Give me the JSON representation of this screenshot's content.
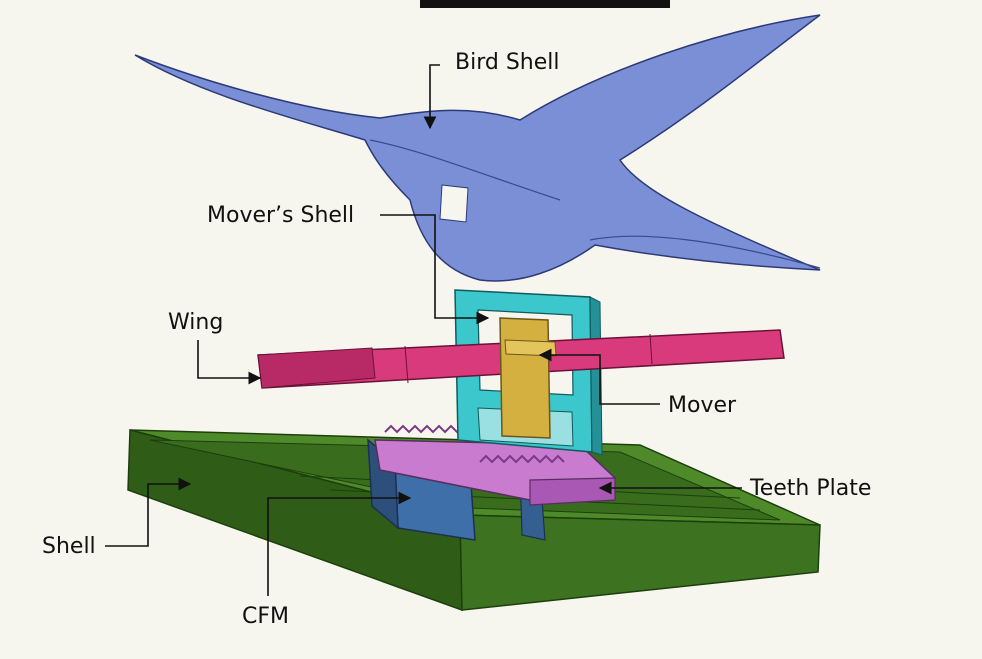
{
  "labels": {
    "bird_shell": "Bird Shell",
    "movers_shell": "Mover’s Shell",
    "wing": "Wing",
    "mover": "Mover",
    "teeth_plate": "Teeth Plate",
    "shell": "Shell",
    "cfm": "CFM"
  },
  "colors": {
    "background": "#f6f5ee",
    "bird_shell": "#7b8fd6",
    "movers_shell": "#3cc7cc",
    "wing": "#d83a7c",
    "mover": "#d4b040",
    "teeth_plate": "#c06bc8",
    "shell": "#3f7a1e",
    "cfm": "#3b6496"
  }
}
